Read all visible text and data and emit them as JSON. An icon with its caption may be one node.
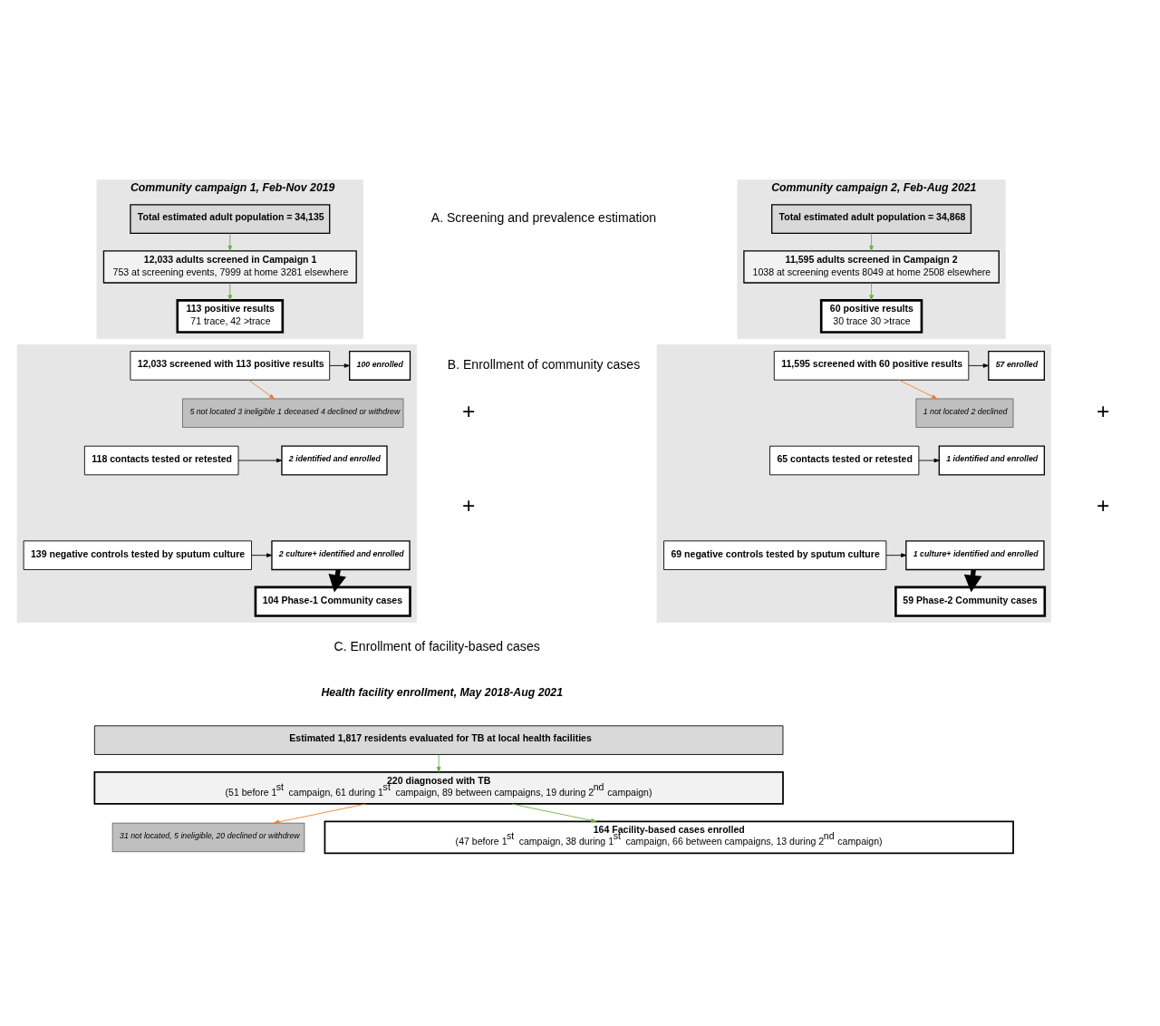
{
  "diagram": {
    "nodes": [
      {
        "text": [
          "Community campaign 1, Feb-Nov 2019"
        ]
      },
      {
        "text": [
          "Total estimated adult population = 34,135"
        ],
        "in": 0
      },
      {
        "text": [
          "12,033 adults screened in Campaign 1",
          "753 at screening events, 7999 at home 3281 elsewhere"
        ],
        "in": 0
      },
      {
        "text": [
          "113 positive results",
          "71 trace, 42 >trace"
        ],
        "in": 0
      },
      {
        "text": [
          "Community campaign 2, Feb-Aug 2021"
        ]
      },
      {
        "text": [
          "Total estimated adult population = 34,868"
        ],
        "in": 4
      },
      {
        "text": [
          "11,595 adults screened in Campaign 2",
          "1038 at screening events 8049 at home 2508 elsewhere"
        ],
        "in": 4
      },
      {
        "text": [
          "60 positive results",
          "30 trace 30 >trace"
        ],
        "in": 4
      },
      {
        "text": [],
        "shape": "box"
      },
      {
        "text": [
          "12,033 screened with 113 positive results"
        ],
        "in": 8
      },
      {
        "text": [
          "100 enrolled"
        ],
        "in": 8
      },
      {
        "text": [
          "5 not located 3 ineligible 1 deceased 4 declined or withdrew"
        ],
        "in": 8
      },
      {
        "text": [
          "118 contacts tested or retested"
        ],
        "in": 8
      },
      {
        "text": [
          "2 identified and enrolled"
        ],
        "in": 8
      },
      {
        "text": [
          "139 negative controls tested by sputum culture"
        ],
        "in": 8
      },
      {
        "text": [
          "2 culture+ identified and enrolled"
        ],
        "in": 8
      },
      {
        "text": [
          "104 Phase-1 Community cases"
        ],
        "in": 8
      },
      {
        "text": [],
        "shape": "box"
      },
      {
        "text": [
          "11,595 screened with 60 positive results"
        ],
        "in": 17
      },
      {
        "text": [
          "57 enrolled"
        ],
        "in": 17
      },
      {
        "text": [
          "1 not located 2 declined"
        ],
        "in": 17
      },
      {
        "text": [
          "65 contacts tested or retested"
        ],
        "in": 17
      },
      {
        "text": [
          "1 identified and enrolled"
        ],
        "in": 17
      },
      {
        "text": [
          "69 negative controls tested by sputum culture"
        ],
        "in": 17
      },
      {
        "text": [
          "1 culture+ identified and enrolled"
        ],
        "in": 17
      },
      {
        "text": [
          "59 Phase-2 Community cases"
        ],
        "in": 17
      },
      {
        "text": [
          "Estimated 1,817 residents evaluated for TB at local health facilities"
        ]
      },
      {
        "text": [
          "220 diagnosed with TB",
          "(51 before 1$^{st}$ campaign, 61 during 1$^{st}$ campaign, 89 between campaigns, 19 during 2$^{nd}$ campaign)"
        ]
      },
      {
        "text": [
          "31 not located, 5 ineligible, 20 declined or withdrew"
        ]
      },
      {
        "text": [
          "164 Facility-based cases enrolled",
          "(47 before 1$^{st}$ campaign, 38 during 1$^{st}$ campaign, 66 between campaigns, 13 during 2$^{nd}$ campaign)"
        ]
      }
    ],
    "edges": [
      {
        "from": 1,
        "to": 2,
        "arrow": "to",
        "color": "#70ad47"
      },
      {
        "from": 2,
        "to": 3,
        "arrow": "to",
        "color": "#70ad47"
      },
      {
        "from": 5,
        "to": 6,
        "arrow": "to",
        "color": "#70ad47"
      },
      {
        "from": 6,
        "to": 7,
        "arrow": "to",
        "color": "#70ad47"
      },
      {
        "from": 9,
        "to": 10,
        "arrow": "to"
      },
      {
        "from": 9,
        "to": 11,
        "arrow": "to",
        "color": "#ed7d31"
      },
      {
        "from": 12,
        "to": 13,
        "arrow": "to"
      },
      {
        "from": 14,
        "to": 15,
        "arrow": "to"
      },
      {
        "from": 15,
        "to": 16,
        "arrow": "to",
        "style": "thick"
      },
      {
        "from": 18,
        "to": 19,
        "arrow": "to"
      },
      {
        "from": 18,
        "to": 20,
        "arrow": "to",
        "color": "#ed7d31"
      },
      {
        "from": 21,
        "to": 22,
        "arrow": "to"
      },
      {
        "from": 23,
        "to": 24,
        "arrow": "to"
      },
      {
        "from": 24,
        "to": 25,
        "arrow": "to",
        "style": "thick"
      },
      {
        "from": 26,
        "to": 27,
        "arrow": "to",
        "color": "#70ad47"
      },
      {
        "from": 27,
        "to": 29,
        "arrow": "to",
        "color": "#70ad47"
      },
      {
        "from": 27,
        "to": 28,
        "arrow": "to",
        "color": "#ed7d31"
      }
    ],
    "labels": [
      "A. Screening and prevalence estimation",
      "B. Enrollment of community cases",
      "+",
      "+",
      "+",
      "+",
      "C. Enrollment of facility-based cases",
      "Health facility enrollment, May 2018-Aug 2021"
    ]
  }
}
